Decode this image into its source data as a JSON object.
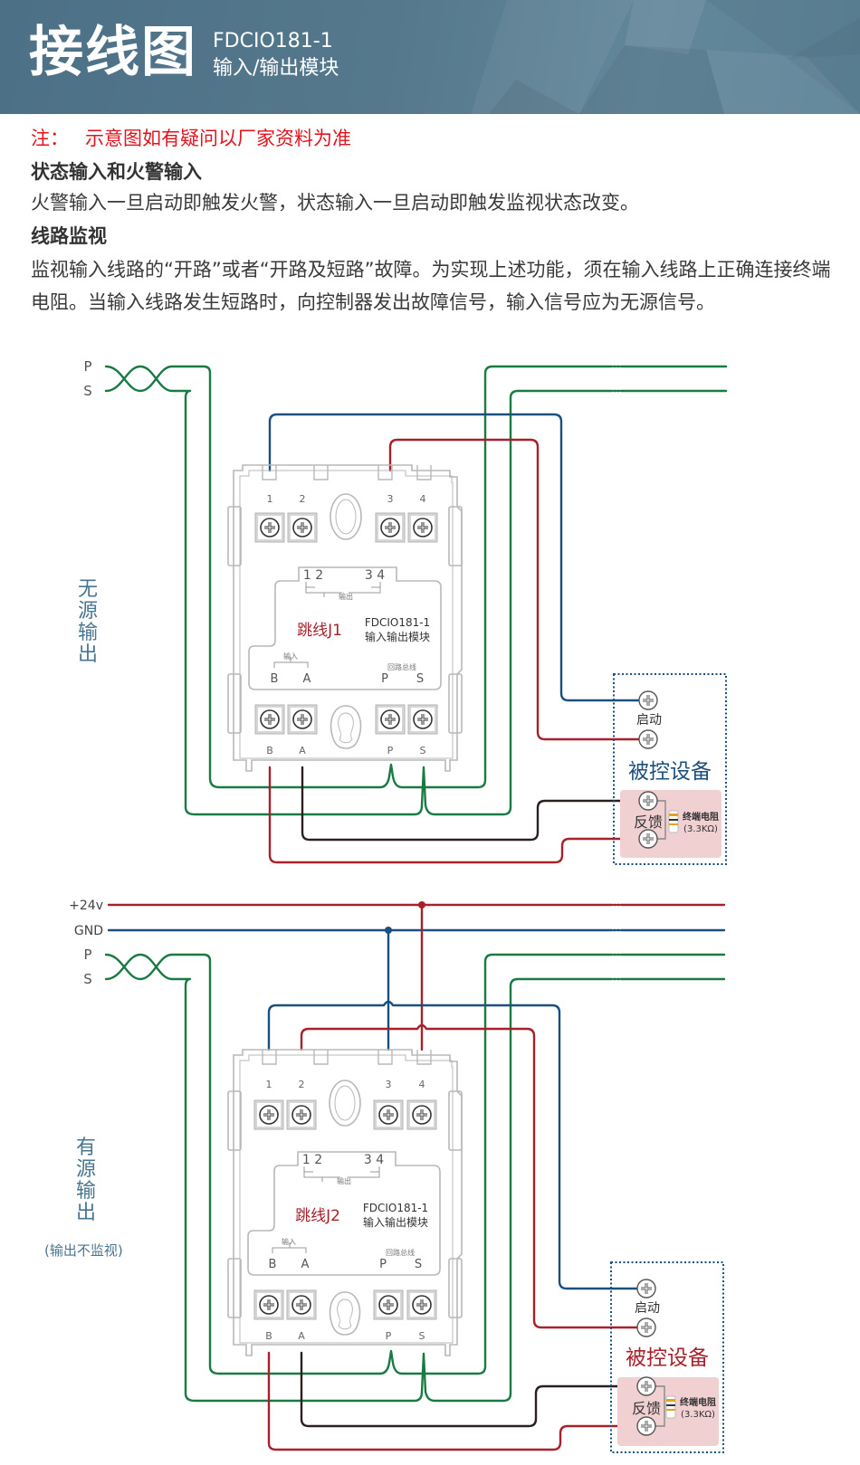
{
  "header": {
    "title": "接线图",
    "model": "FDCIO181-1",
    "subtitle": "输入/输出模块"
  },
  "note": {
    "label": "注：",
    "text": "示意图如有疑问以厂家资料为准"
  },
  "sections": [
    {
      "heading": "状态输入和火警输入",
      "body": "火警输入一旦启动即触发火警，状态输入一旦启动即触发监视状态改变。"
    },
    {
      "heading": "线路监视",
      "body": "监视输入线路的“开路”或者“开路及短路”故障。为实现上述功能，须在输入线路上正确连接终端电阻。当输入线路发生短路时，向控制器发出故障信号，输入信号应为无源信号。"
    }
  ],
  "colors": {
    "wire_green": "#1a7a44",
    "wire_blue": "#1b4f7e",
    "wire_red": "#a8212a",
    "wire_black": "#2a2020",
    "module_outline": "#b4b4b4",
    "device_border": "#1b4f7e",
    "feedback_bg": "#f1d0d2",
    "label_blue": "#4a7590",
    "device_title_blue": "#1b4f7e",
    "device_title_red": "#a8212a",
    "jumper_red": "#a8212a"
  },
  "diagrams": [
    {
      "id": "passive",
      "side_label": [
        "无",
        "源",
        "输",
        "出"
      ],
      "side_note": "",
      "bus_labels": [
        "P",
        "S"
      ],
      "power_labels": [],
      "module": {
        "top_terminals": [
          "1",
          "2",
          "3",
          "4"
        ],
        "bottom_terminals": [
          "B",
          "A",
          "P",
          "S"
        ],
        "output_pins_left": "1 2",
        "output_pins_right": "3 4",
        "output_label": "输出",
        "jumper": "跳线J1",
        "model": "FDCIO181-1",
        "name": "输入输出模块",
        "input_label": "输入",
        "input_pins": [
          "B",
          "A"
        ],
        "loop_label": "回路总线",
        "loop_pins": [
          "P",
          "S"
        ]
      },
      "device": {
        "title": "被控设备",
        "start_label": "启动",
        "feedback_label": "反馈",
        "resistor_label": "终端电阻",
        "resistor_value": "(3.3KΩ)"
      }
    },
    {
      "id": "active",
      "side_label": [
        "有",
        "源",
        "输",
        "出"
      ],
      "side_note": "(输出不监视)",
      "bus_labels": [
        "P",
        "S"
      ],
      "power_labels": [
        "+24v",
        "GND"
      ],
      "module": {
        "top_terminals": [
          "1",
          "2",
          "3",
          "4"
        ],
        "bottom_terminals": [
          "B",
          "A",
          "P",
          "S"
        ],
        "output_pins_left": "1 2",
        "output_pins_right": "3 4",
        "output_label": "输出",
        "jumper": "跳线J2",
        "model": "FDCIO181-1",
        "name": "输入输出模块",
        "input_label": "输入",
        "input_pins": [
          "B",
          "A"
        ],
        "loop_label": "回路总线",
        "loop_pins": [
          "P",
          "S"
        ]
      },
      "device": {
        "title": "被控设备",
        "start_label": "启动",
        "feedback_label": "反馈",
        "resistor_label": "终端电阻",
        "resistor_value": "(3.3KΩ)"
      }
    }
  ]
}
